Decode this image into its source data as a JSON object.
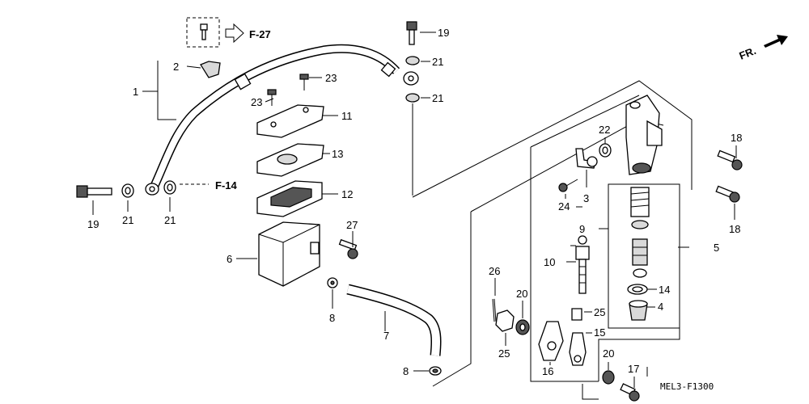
{
  "parts": {
    "p1": "1",
    "p2": "2",
    "p3": "3",
    "p4": "4",
    "p5": "5",
    "p6": "6",
    "p7": "7",
    "p8a": "8",
    "p8b": "8",
    "p9": "9",
    "p10": "10",
    "p11": "11",
    "p12": "12",
    "p13": "13",
    "p14": "14",
    "p15": "15",
    "p16": "16",
    "p17": "17",
    "p18a": "18",
    "p18b": "18",
    "p19a": "19",
    "p19b": "19",
    "p20a": "20",
    "p20b": "20",
    "p21a": "21",
    "p21b": "21",
    "p21c": "21",
    "p21d": "21",
    "p22": "22",
    "p23a": "23",
    "p23b": "23",
    "p24": "24",
    "p25a": "25",
    "p25b": "25",
    "p26": "26",
    "p27": "27"
  },
  "refs": {
    "f27": "F-27",
    "f14": "F-14",
    "front": "FR."
  },
  "diagram_code": "MEL3-F1300"
}
